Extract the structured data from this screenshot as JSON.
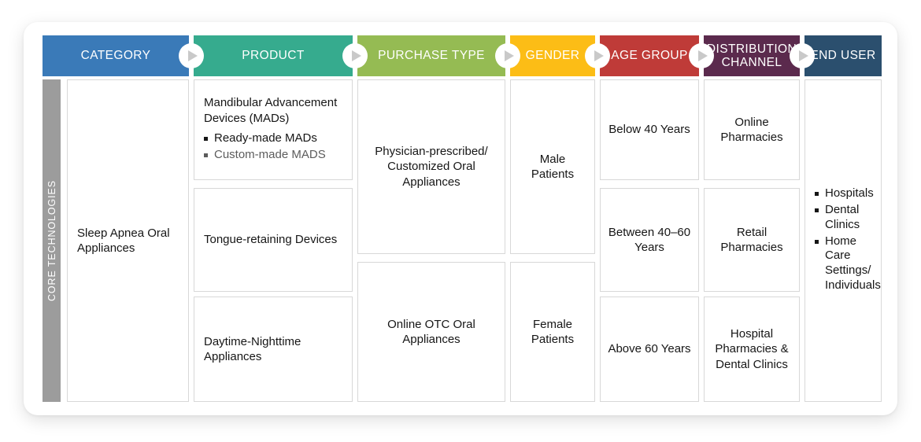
{
  "colors": {
    "category": "#3a7ab8",
    "product": "#36ab8e",
    "purchase_type": "#95bb53",
    "gender": "#fcbd16",
    "age_group": "#bf3b38",
    "distribution_channel": "#5b2a4d",
    "end_user": "#2b4f6e",
    "vertical_bar": "#9c9c9c",
    "card_background": "#ffffff",
    "cell_border": "#d8d8d8",
    "arrow_glyph": "#c9c9c9"
  },
  "vertical_label": "CORE TECHNOLOGIES",
  "headers": [
    {
      "label": "CATEGORY",
      "key": "category"
    },
    {
      "label": "PRODUCT",
      "key": "product"
    },
    {
      "label": "PURCHASE TYPE",
      "key": "purchase_type"
    },
    {
      "label": "GENDER",
      "key": "gender"
    },
    {
      "label": "AGE GROUP",
      "key": "age_group"
    },
    {
      "label": "DISTRIBUTION CHANNEL",
      "key": "distribution_channel"
    },
    {
      "label": "END USER",
      "key": "end_user"
    }
  ],
  "arrow_icon": "play-triangle-icon",
  "columns": {
    "category": {
      "cells": [
        {
          "text": "Sleep Apnea Oral Appliances"
        }
      ]
    },
    "product": {
      "cells": [
        {
          "title": "Mandibular Advancement Devices (MADs)",
          "bullets": [
            {
              "text": "Ready-made MADs",
              "muted": false
            },
            {
              "text": "Custom-made MADS",
              "muted": true
            }
          ]
        },
        {
          "text": "Tongue-retaining Devices"
        },
        {
          "text": "Daytime-Nighttime Appliances"
        }
      ]
    },
    "purchase_type": {
      "cells": [
        {
          "text": "Physician-prescribed/ Customized Oral Appliances"
        },
        {
          "text": "Online OTC Oral Appliances"
        }
      ]
    },
    "gender": {
      "cells": [
        {
          "text": "Male Patients"
        },
        {
          "text": "Female Patients"
        }
      ]
    },
    "age_group": {
      "cells": [
        {
          "text": "Below 40 Years"
        },
        {
          "text": "Between 40–60 Years"
        },
        {
          "text": "Above 60 Years"
        }
      ]
    },
    "distribution_channel": {
      "cells": [
        {
          "text": "Online Pharmacies"
        },
        {
          "text": "Retail Pharmacies"
        },
        {
          "text": "Hospital Pharmacies & Dental Clinics"
        }
      ]
    },
    "end_user": {
      "cells": [
        {
          "bullets": [
            {
              "text": "Hospitals",
              "muted": false
            },
            {
              "text": "Dental Clinics",
              "muted": false
            },
            {
              "text": "Home Care Settings/ Individuals",
              "muted": false
            }
          ]
        }
      ]
    }
  }
}
